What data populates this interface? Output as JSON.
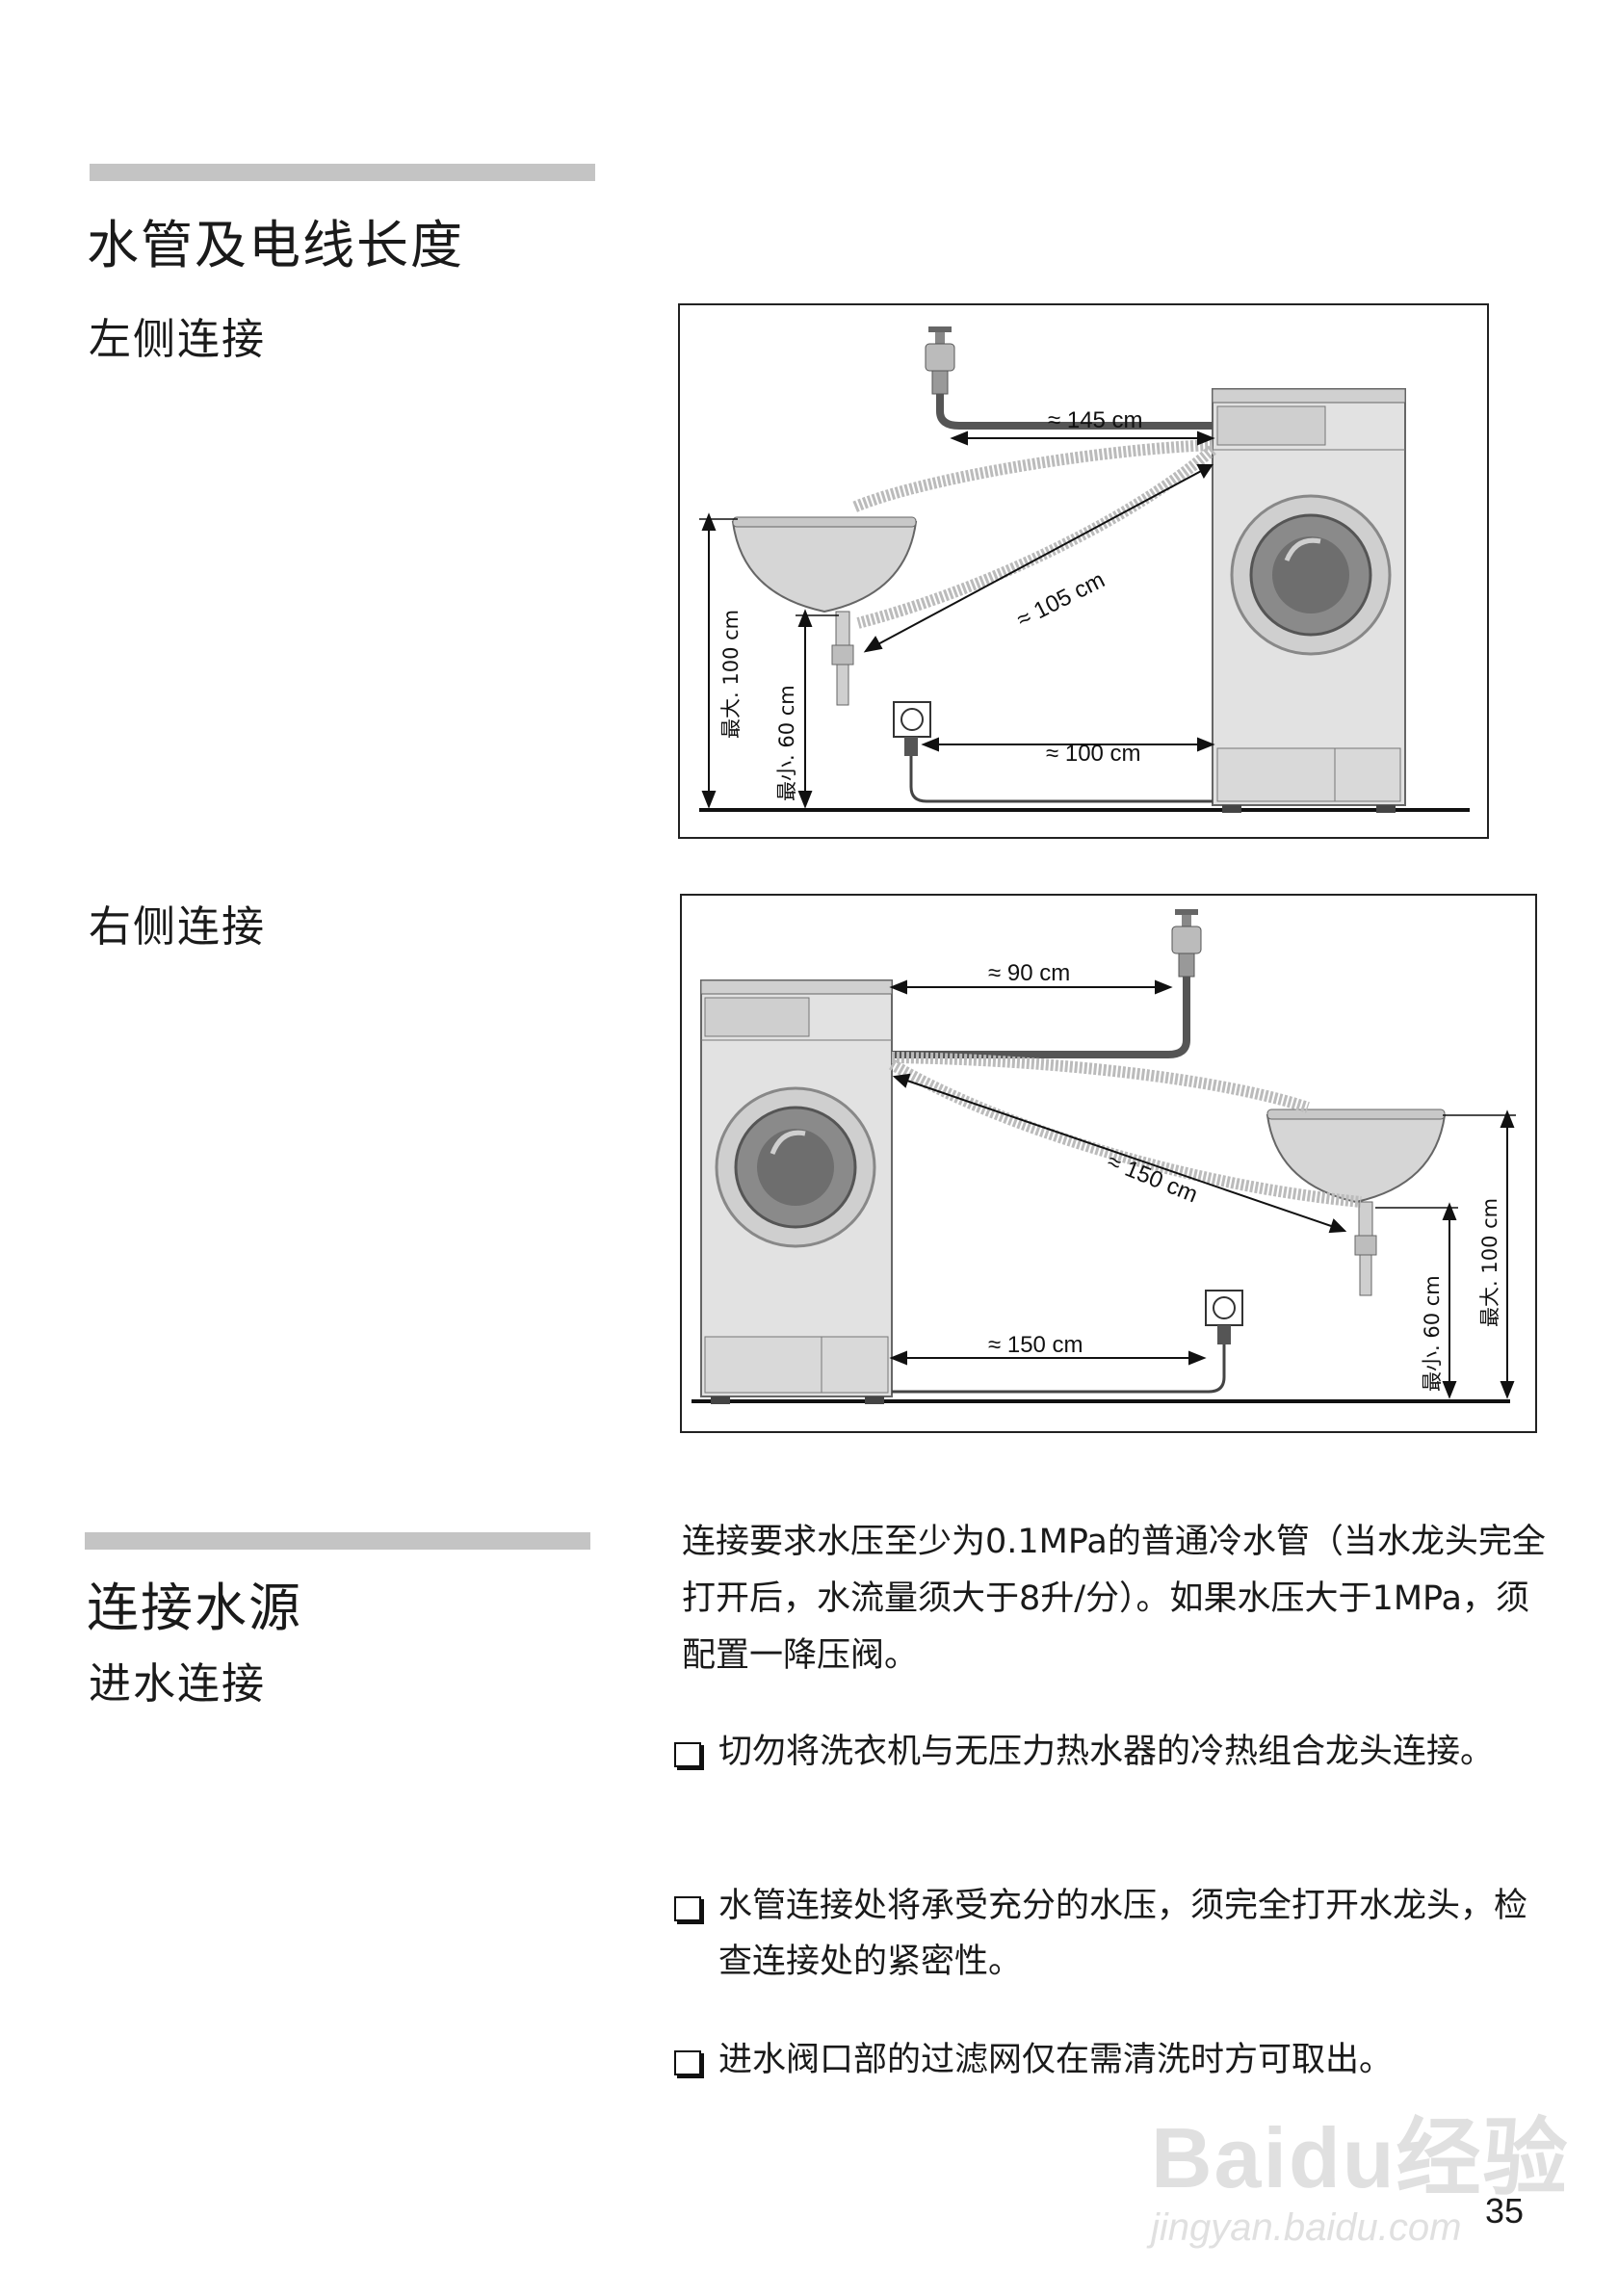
{
  "section1": {
    "title": "水管及电线长度",
    "left_label": "左侧连接",
    "right_label": "右侧连接"
  },
  "fig_left": {
    "tap_dist": "≈ 145 cm",
    "drain_dist": "≈ 105 cm",
    "power_dist": "≈ 100 cm",
    "max_height": "最大. 100 cm",
    "min_height": "最小. 60 cm"
  },
  "fig_right": {
    "tap_dist": "≈ 90 cm",
    "drain_dist": "≈ 150 cm",
    "power_dist": "≈ 150 cm",
    "max_height": "最大. 100 cm",
    "min_height": "最小. 60 cm"
  },
  "section2": {
    "title": "连接水源",
    "subtitle": "进水连接",
    "paragraph": "连接要求水压至少为0.1MPa的普通冷水管（当水龙头完全打开后，水流量须大于8升/分）。如果水压大于1MPa，须配置一降压阀。",
    "bullets": [
      "切勿将洗衣机与无压力热水器的冷热组合龙头连接。",
      "水管连接处将承受充分的水压，须完全打开水龙头，检查连接处的紧密性。",
      "进水阀口部的过滤网仅在需清洗时方可取出。"
    ]
  },
  "page_number": "35",
  "watermark": {
    "brand": "Baidu经验",
    "url": "jingyan.baidu.com"
  }
}
